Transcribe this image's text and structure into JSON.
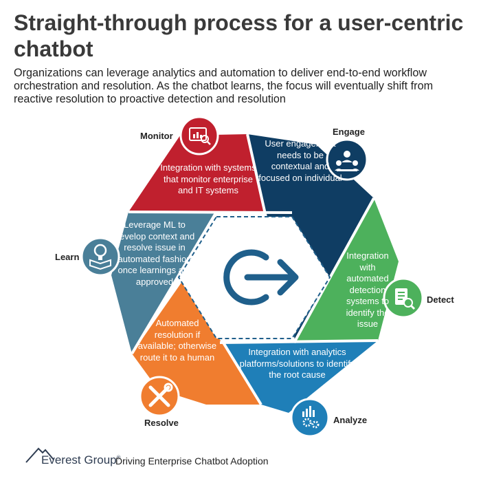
{
  "title": "Straight-through process for a user-centric chatbot",
  "subtitle": "Organizations can leverage analytics and automation to deliver end-to-end workflow orchestration and resolution. As the chatbot learns, the focus will eventually shift from reactive resolution to proactive detection and resolution",
  "stages": [
    {
      "label": "Monitor",
      "icon": "dashboard-icon",
      "color": "#c0202e",
      "text": "Integration with systems that monitor enterprise and IT systems"
    },
    {
      "label": "Engage",
      "icon": "users-icon",
      "color": "#0f3d63",
      "text": "User engagement needs to be contextual and focused on individual"
    },
    {
      "label": "Detect",
      "icon": "search-document-icon",
      "color": "#4db15c",
      "text": "Integration with automated detection systems to identify the issue"
    },
    {
      "label": "Analyze",
      "icon": "gears-chart-icon",
      "color": "#1f7fb8",
      "text": "Integration with analytics platforms/solutions to identify the root cause"
    },
    {
      "label": "Resolve",
      "icon": "tools-icon",
      "color": "#f07d2f",
      "text": "Automated resolution if available; otherwise route it to a human"
    },
    {
      "label": "Learn",
      "icon": "lightbulb-book-icon",
      "color": "#4a7f98",
      "text": "Leverage ML to develop context and resolve issue in automated fashion once learnings are approved"
    }
  ],
  "center_icon": "arrow-exit-icon",
  "footer": {
    "brand": "Everest Group",
    "registered": "®",
    "tagline": "Driving Enterprise Chatbot Adoption"
  }
}
